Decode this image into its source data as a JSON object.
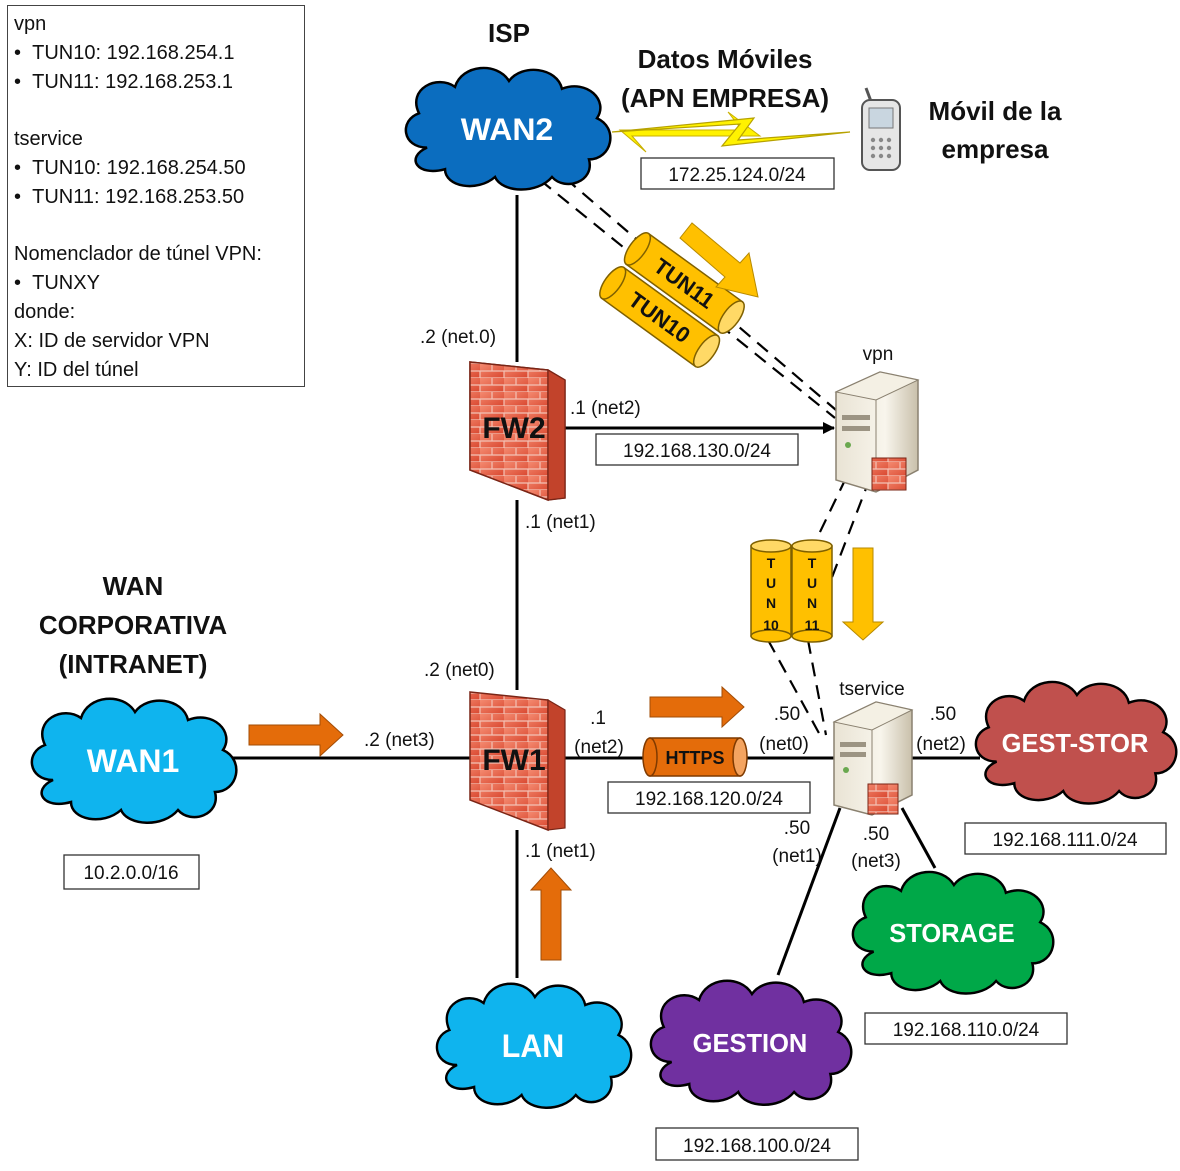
{
  "legend": {
    "vpn_title": "vpn",
    "vpn_tun10": "TUN10: 192.168.254.1",
    "vpn_tun11": "TUN11: 192.168.253.1",
    "tservice_title": "tservice",
    "tservice_tun10": "TUN10: 192.168.254.50",
    "tservice_tun11": "TUN11: 192.168.253.50",
    "nomenclator_title": "Nomenclador de túnel VPN:",
    "nomenclator_item": "TUNXY",
    "donde": "donde:",
    "x_desc": "X: ID de servidor VPN",
    "y_desc": "Y: ID del túnel"
  },
  "colors": {
    "wan2": "#0B6DBF",
    "wan1": "#0FB4EE",
    "lan": "#0FB4EE",
    "gest_stor": "#C0504D",
    "storage": "#00A848",
    "gestion": "#7030A0",
    "tunnel": "#FFC000",
    "arrow_orange": "#E46C0A",
    "arrow_yellow": "#FFC000",
    "firewall": "#E8604A"
  },
  "clouds": {
    "wan2": "WAN2",
    "wan1": "WAN1",
    "lan": "LAN",
    "gest_stor": "GEST-STOR",
    "storage": "STORAGE",
    "gestion": "GESTION"
  },
  "titles": {
    "isp": "ISP",
    "wan_corp_1": "WAN",
    "wan_corp_2": "CORPORATIVA",
    "wan_corp_3": "(INTRANET)",
    "datos_1": "Datos Móviles",
    "datos_2": "(APN EMPRESA)",
    "movil_1": "Móvil de la",
    "movil_2": "empresa"
  },
  "firewalls": {
    "fw2": "FW2",
    "fw1": "FW1"
  },
  "servers": {
    "vpn": "vpn",
    "tservice": "tservice"
  },
  "networks": {
    "apn": "172.25.124.0/24",
    "net130": "192.168.130.0/24",
    "net120": "192.168.120.0/24",
    "net111": "192.168.111.0/24",
    "net110": "192.168.110.0/24",
    "net100": "192.168.100.0/24",
    "wan1": "10.2.0.0/16"
  },
  "interfaces": {
    "fw2_net0": ".2 (net.0)",
    "fw2_net2": ".1 (net2)",
    "fw2_net1": ".1 (net1)",
    "fw1_net0": ".2 (net0)",
    "fw1_net3": ".2 (net3)",
    "fw1_net2_a": ".1",
    "fw1_net2_b": "(net2)",
    "fw1_net1": ".1 (net1)",
    "ts_net0_a": ".50",
    "ts_net0_b": "(net0)",
    "ts_net2_a": ".50",
    "ts_net2_b": "(net2)",
    "ts_net1_a": ".50",
    "ts_net1_b": "(net1)",
    "ts_net3_a": ".50",
    "ts_net3_b": "(net3)"
  },
  "tunnels": {
    "tun11": "TUN11",
    "tun10": "TUN10",
    "v10": [
      "T",
      "U",
      "N",
      "10"
    ],
    "v11": [
      "T",
      "U",
      "N",
      "11"
    ]
  },
  "https": "HTTPS"
}
